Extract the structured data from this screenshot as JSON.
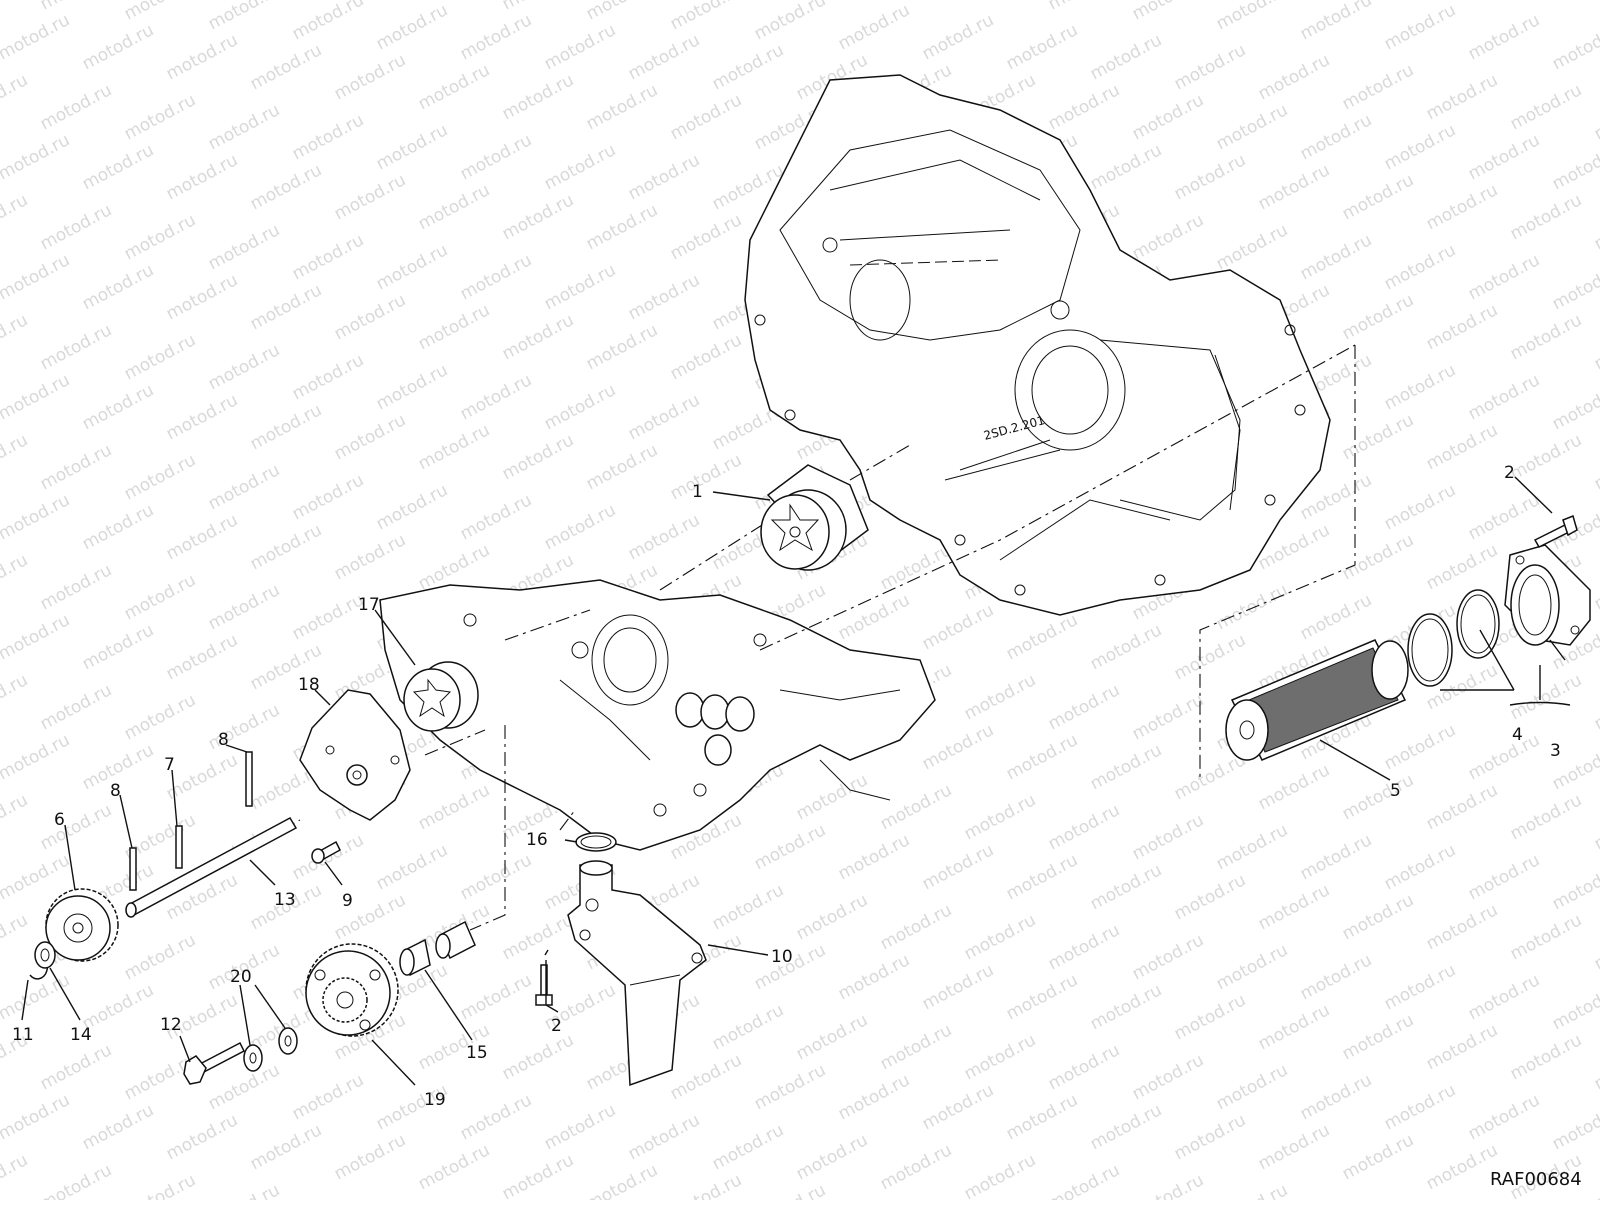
{
  "watermark": "motod.ru",
  "reference_code": "RAF00684",
  "callouts": [
    {
      "id": "c1",
      "text": "1"
    },
    {
      "id": "c2a",
      "text": "2"
    },
    {
      "id": "c2b",
      "text": "2"
    },
    {
      "id": "c3",
      "text": "3"
    },
    {
      "id": "c4",
      "text": "4"
    },
    {
      "id": "c5",
      "text": "5"
    },
    {
      "id": "c6",
      "text": "6"
    },
    {
      "id": "c7",
      "text": "7"
    },
    {
      "id": "c8a",
      "text": "8"
    },
    {
      "id": "c8b",
      "text": "8"
    },
    {
      "id": "c9",
      "text": "9"
    },
    {
      "id": "c10",
      "text": "10"
    },
    {
      "id": "c11",
      "text": "11"
    },
    {
      "id": "c12",
      "text": "12"
    },
    {
      "id": "c13",
      "text": "13"
    },
    {
      "id": "c14",
      "text": "14"
    },
    {
      "id": "c15",
      "text": "15"
    },
    {
      "id": "c16",
      "text": "16"
    },
    {
      "id": "c17",
      "text": "17"
    },
    {
      "id": "c18",
      "text": "18"
    },
    {
      "id": "c19",
      "text": "19"
    },
    {
      "id": "c20",
      "text": "20"
    }
  ]
}
